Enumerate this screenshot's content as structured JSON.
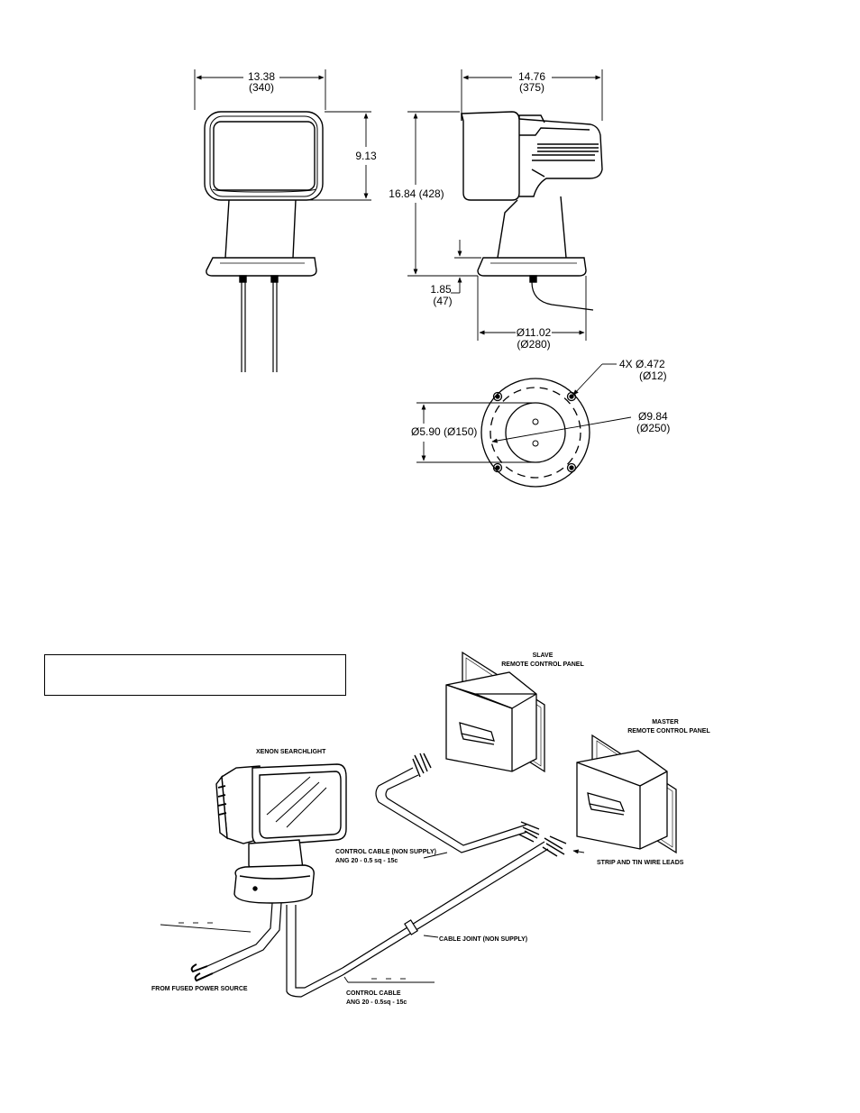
{
  "dimensions": {
    "front_width": "13.38",
    "front_width_mm": "(340)",
    "side_width": "14.76",
    "side_width_mm": "(375)",
    "head_height": "9.13",
    "total_height": "16.84 (428)",
    "base_height": "1.85",
    "base_height_mm": "(47)",
    "base_diameter": "Ø11.02",
    "base_diameter_mm": "(Ø280)",
    "holes": "4X Ø.472",
    "holes_mm": "(Ø12)",
    "bolt_circle": "Ø9.84",
    "bolt_circle_mm": "(Ø250)",
    "center_circle": "Ø5.90 (Ø150)"
  },
  "wiring": {
    "slave_line1": "SLAVE",
    "slave_line2": "REMOTE CONTROL PANEL",
    "master_line1": "MASTER",
    "master_line2": "REMOTE CONTROL PANEL",
    "searchlight": "XENON SEARCHLIGHT",
    "control_cable_ns_line1": "CONTROL CABLE (NON SUPPLY)",
    "control_cable_ns_line2": "ANG 20 - 0.5 sq - 15c",
    "strip_tin": "STRIP AND TIN WIRE LEADS",
    "cable_joint": "CABLE JOINT (NON SUPPLY)",
    "power_source": "FROM FUSED POWER SOURCE",
    "control_cable_line1": "CONTROL CABLE",
    "control_cable_line2": "ANG 20 - 0.5sq - 15c"
  },
  "note_box": ""
}
